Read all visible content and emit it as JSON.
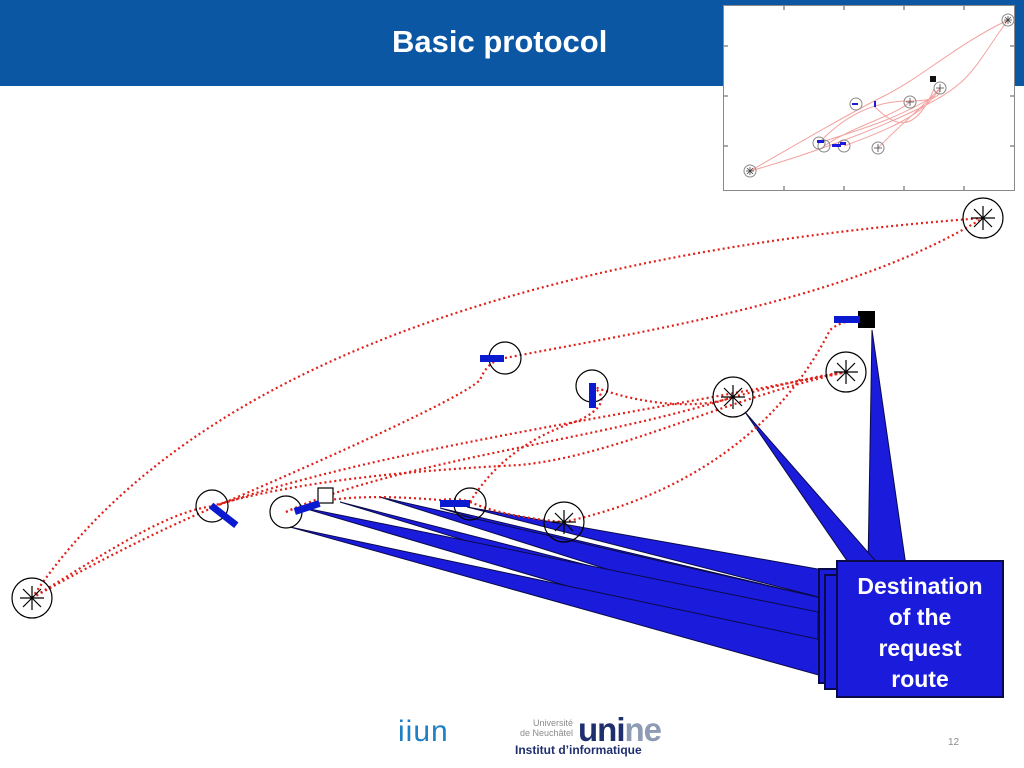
{
  "slide": {
    "title": "Basic protocol",
    "page_number": "12"
  },
  "callout": {
    "lines": [
      "Destination",
      "of the",
      "request",
      "route"
    ]
  },
  "footer": {
    "logo_iiun": "iiun",
    "university_line1": "Université",
    "university_line2": "de Neuchâtel",
    "unine_dark": "uni",
    "unine_light": "ne",
    "institute": "Institut d’informatique"
  },
  "colors": {
    "header_blue": "#0b57a4",
    "route_red": "#e0201a",
    "arrow_blue": "#1b1bdc",
    "marker_blue": "#0a1ad0"
  },
  "icons": {
    "endpoint": "asterisk-circle-icon",
    "node": "circle-node-icon",
    "destination": "black-square-icon",
    "source": "white-square-icon"
  }
}
